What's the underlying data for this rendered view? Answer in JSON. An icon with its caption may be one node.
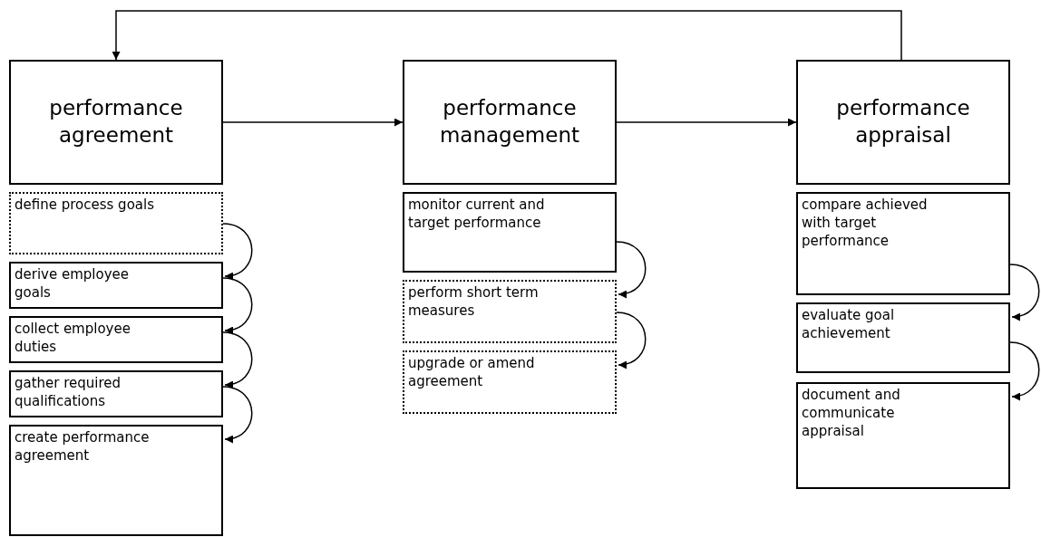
{
  "diagram": {
    "nodes": [
      {
        "text": [
          "performance agreement"
        ]
      },
      {
        "text": [
          "performance management"
        ]
      },
      {
        "text": [
          "performance appraisal"
        ]
      },
      {
        "text": [
          "define process goals"
        ]
      },
      {
        "text": [
          "derive employee goals"
        ]
      },
      {
        "text": [
          "collect employee duties"
        ]
      },
      {
        "text": [
          "gather required qualifications"
        ]
      },
      {
        "text": [
          "create performance agreement"
        ]
      },
      {
        "text": [
          "monitor current and target performance"
        ]
      },
      {
        "text": [
          "perform short term measures"
        ]
      },
      {
        "text": [
          "upgrade or amend agreement"
        ]
      },
      {
        "text": [
          "compare achieved with target performance"
        ]
      },
      {
        "text": [
          "evaluate goal achievement"
        ]
      },
      {
        "text": [
          "document and communicate appraisal"
        ]
      }
    ],
    "edges": [
      {
        "from": 2,
        "to": 0,
        "arrow": "to"
      },
      {
        "from": 0,
        "to": 1,
        "arrow": "to"
      },
      {
        "from": 1,
        "to": 2,
        "arrow": "to"
      },
      {
        "from": 3,
        "to": 4,
        "arrow": "to"
      },
      {
        "from": 4,
        "to": 5,
        "arrow": "to"
      },
      {
        "from": 5,
        "to": 6,
        "arrow": "to"
      },
      {
        "from": 6,
        "to": 7,
        "arrow": "to"
      },
      {
        "from": 8,
        "to": 9,
        "arrow": "to"
      },
      {
        "from": 9,
        "to": 10,
        "arrow": "to"
      },
      {
        "from": 11,
        "to": 12,
        "arrow": "to"
      },
      {
        "from": 12,
        "to": 13,
        "arrow": "to"
      }
    ]
  }
}
